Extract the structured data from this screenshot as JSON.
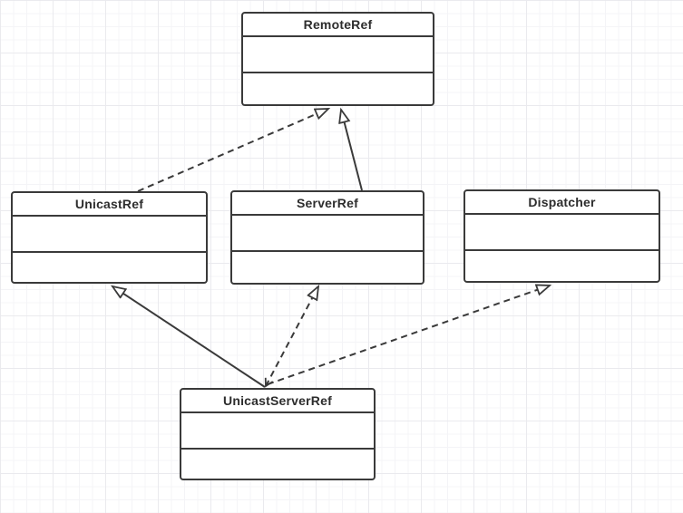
{
  "canvas": {
    "background_color": "#ffffff",
    "grid_minor_color": "#f4f4f7",
    "grid_major_color": "#eaeaee",
    "line_color": "#3a3a3a"
  },
  "diagram": {
    "type": "uml-class-diagram",
    "nodes": [
      {
        "id": "remote-ref",
        "title": "RemoteRef"
      },
      {
        "id": "unicast-ref",
        "title": "UnicastRef"
      },
      {
        "id": "server-ref",
        "title": "ServerRef"
      },
      {
        "id": "dispatcher",
        "title": "Dispatcher"
      },
      {
        "id": "unicast-server-ref",
        "title": "UnicastServerRef"
      }
    ],
    "edges": [
      {
        "from": "unicast-ref",
        "to": "remote-ref",
        "line": "dashed",
        "head": "hollow-triangle",
        "relation": "realization"
      },
      {
        "from": "server-ref",
        "to": "remote-ref",
        "line": "solid",
        "head": "hollow-triangle",
        "relation": "generalization"
      },
      {
        "from": "unicast-server-ref",
        "to": "unicast-ref",
        "line": "solid",
        "head": "hollow-triangle",
        "relation": "generalization"
      },
      {
        "from": "unicast-server-ref",
        "to": "server-ref",
        "line": "dashed",
        "head": "hollow-triangle",
        "tail": "open-arrow",
        "relation": "realization"
      },
      {
        "from": "unicast-server-ref",
        "to": "dispatcher",
        "line": "dashed",
        "head": "hollow-triangle",
        "relation": "realization"
      }
    ]
  }
}
